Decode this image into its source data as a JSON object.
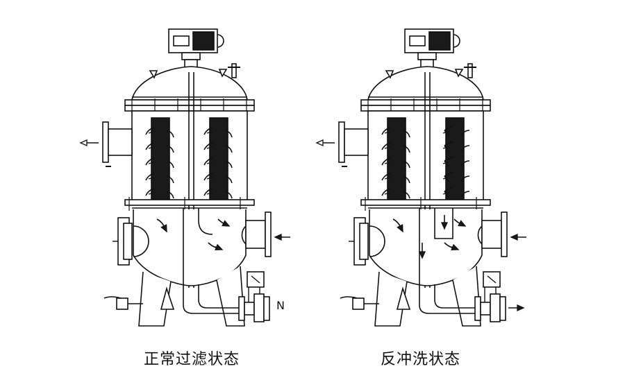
{
  "captions": {
    "normal": "正常过滤状态",
    "backwash": "反冲洗状态"
  },
  "labels": {
    "outlet_valve_mark": "N"
  },
  "colors": {
    "line": "#111111",
    "fill": "#ffffff",
    "dark": "#1a1a1a"
  }
}
